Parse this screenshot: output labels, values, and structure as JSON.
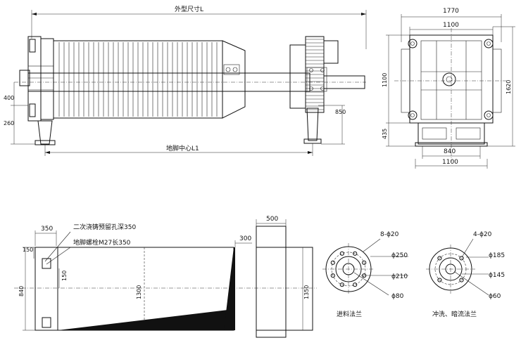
{
  "front_view": {
    "overall_length": "外型尺寸L",
    "foundation_center": "地脚中心L1",
    "dim_400": "400",
    "dim_260": "260",
    "dim_850": "850"
  },
  "side_view": {
    "width_top": "1770",
    "width_inner": "1100",
    "height_1100": "1100",
    "height_1620": "1620",
    "height_435": "435",
    "base_840": "840",
    "base_1100": "1100"
  },
  "foundation": {
    "note_1": "二次浇铸预留孔深350",
    "note_2": "地脚螺栓M27长350",
    "dim_350": "350",
    "dim_150a": "150",
    "dim_150b": "150",
    "dim_840": "840",
    "dim_1300": "1300",
    "dim_300": "300",
    "dim_500": "500",
    "dim_1350": "1350"
  },
  "feed_flange": {
    "holes": "8-ϕ20",
    "d1": "ϕ250",
    "d2": "ϕ210",
    "d3": "ϕ80",
    "caption": "进料法兰"
  },
  "wash_flange": {
    "holes": "4-ϕ20",
    "d1": "ϕ185",
    "d2": "ϕ145",
    "d3": "ϕ60",
    "caption": "冲洗、暗流法兰"
  }
}
